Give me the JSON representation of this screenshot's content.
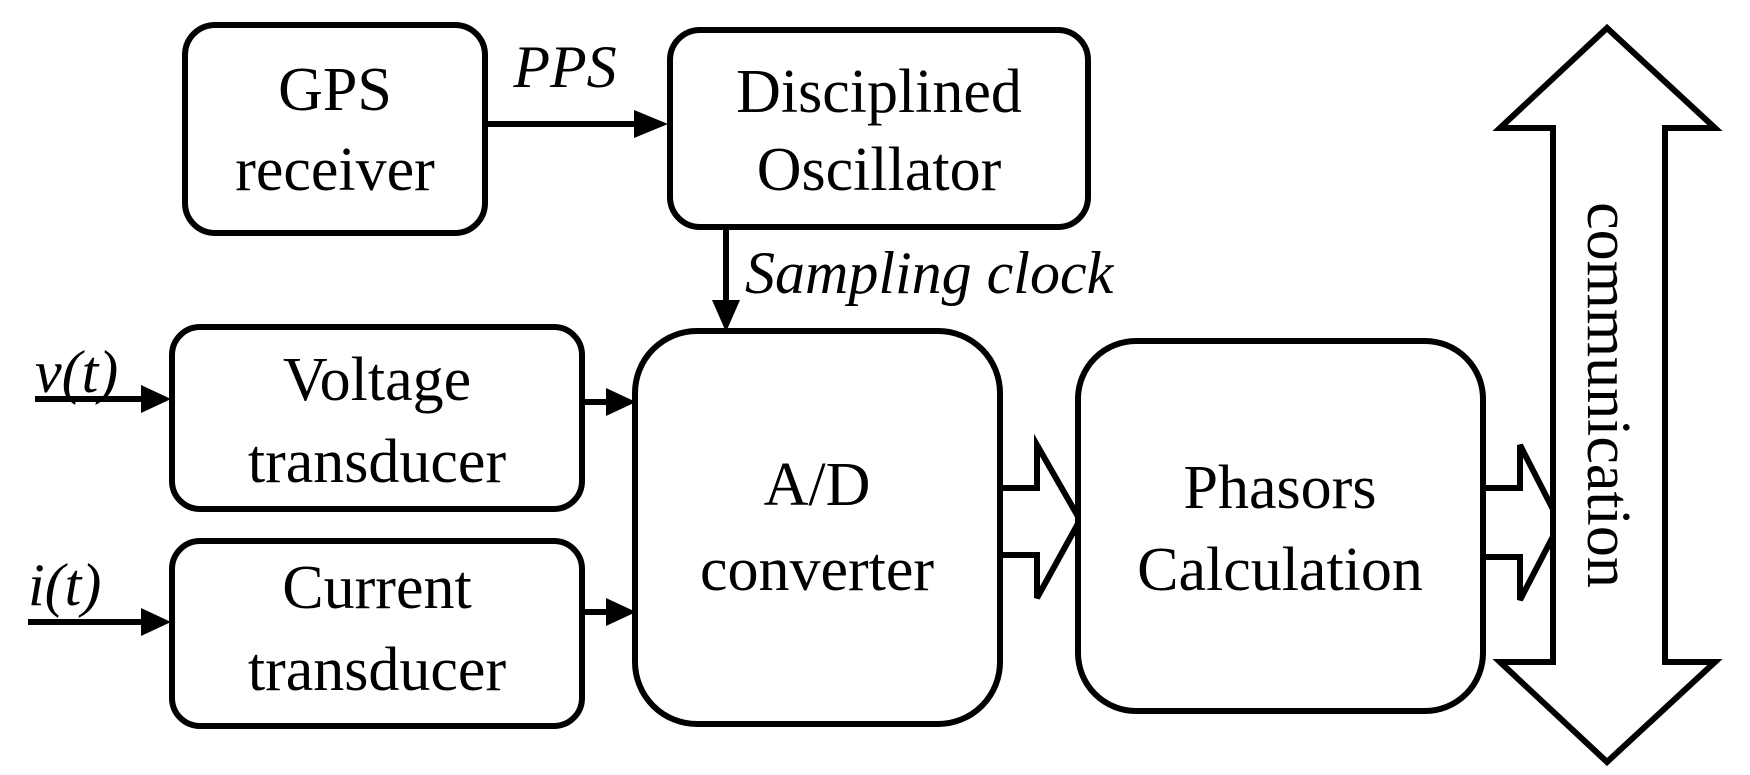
{
  "diagram": {
    "gps_receiver": {
      "line1": "GPS",
      "line2": "receiver"
    },
    "disciplined_oscillator": {
      "line1": "Disciplined",
      "line2": "Oscillator"
    },
    "voltage_transducer": {
      "line1": "Voltage",
      "line2": "transducer"
    },
    "current_transducer": {
      "line1": "Current",
      "line2": "transducer"
    },
    "ad_converter": {
      "line1": "A/D",
      "line2": "converter"
    },
    "phasors_calculation": {
      "line1": "Phasors",
      "line2": "Calculation"
    },
    "signals": {
      "pps": "PPS",
      "sampling_clock": "Sampling clock",
      "voltage_input": "v(t)",
      "current_input": "i(t)",
      "communication": "communication"
    }
  }
}
